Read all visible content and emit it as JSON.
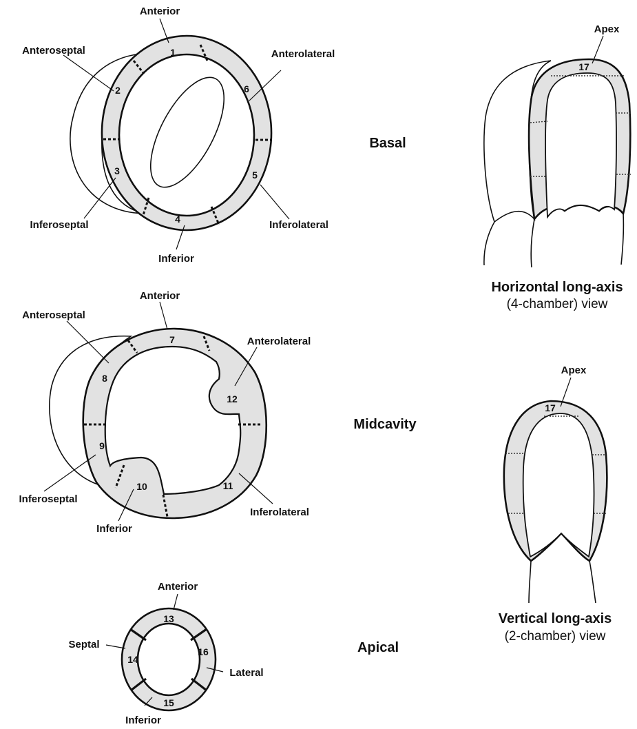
{
  "levels": {
    "basal": "Basal",
    "midcavity": "Midcavity",
    "apical": "Apical"
  },
  "basal": {
    "labels": {
      "anterior": "Anterior",
      "anteroseptal": "Anteroseptal",
      "anterolateral": "Anterolateral",
      "inferoseptal": "Inferoseptal",
      "inferolateral": "Inferolateral",
      "inferior": "Inferior"
    },
    "segments": [
      "1",
      "2",
      "3",
      "4",
      "5",
      "6"
    ]
  },
  "midcavity": {
    "labels": {
      "anterior": "Anterior",
      "anteroseptal": "Anteroseptal",
      "anterolateral": "Anterolateral",
      "inferoseptal": "Inferoseptal",
      "inferolateral": "Inferolateral",
      "inferior": "Inferior"
    },
    "segments": [
      "7",
      "8",
      "9",
      "10",
      "11",
      "12"
    ]
  },
  "apical": {
    "labels": {
      "anterior": "Anterior",
      "septal": "Septal",
      "lateral": "Lateral",
      "inferior": "Inferior"
    },
    "segments": [
      "13",
      "14",
      "15",
      "16"
    ]
  },
  "horizontal_view": {
    "apex_label": "Apex",
    "segment": "17",
    "title": "Horizontal long-axis",
    "subtitle": "(4-chamber) view"
  },
  "vertical_view": {
    "apex_label": "Apex",
    "segment": "17",
    "title": "Vertical long-axis",
    "subtitle": "(2-chamber) view"
  },
  "colors": {
    "myocardium_fill": "#e2e2e2",
    "outline": "#111111",
    "background": "#ffffff"
  }
}
